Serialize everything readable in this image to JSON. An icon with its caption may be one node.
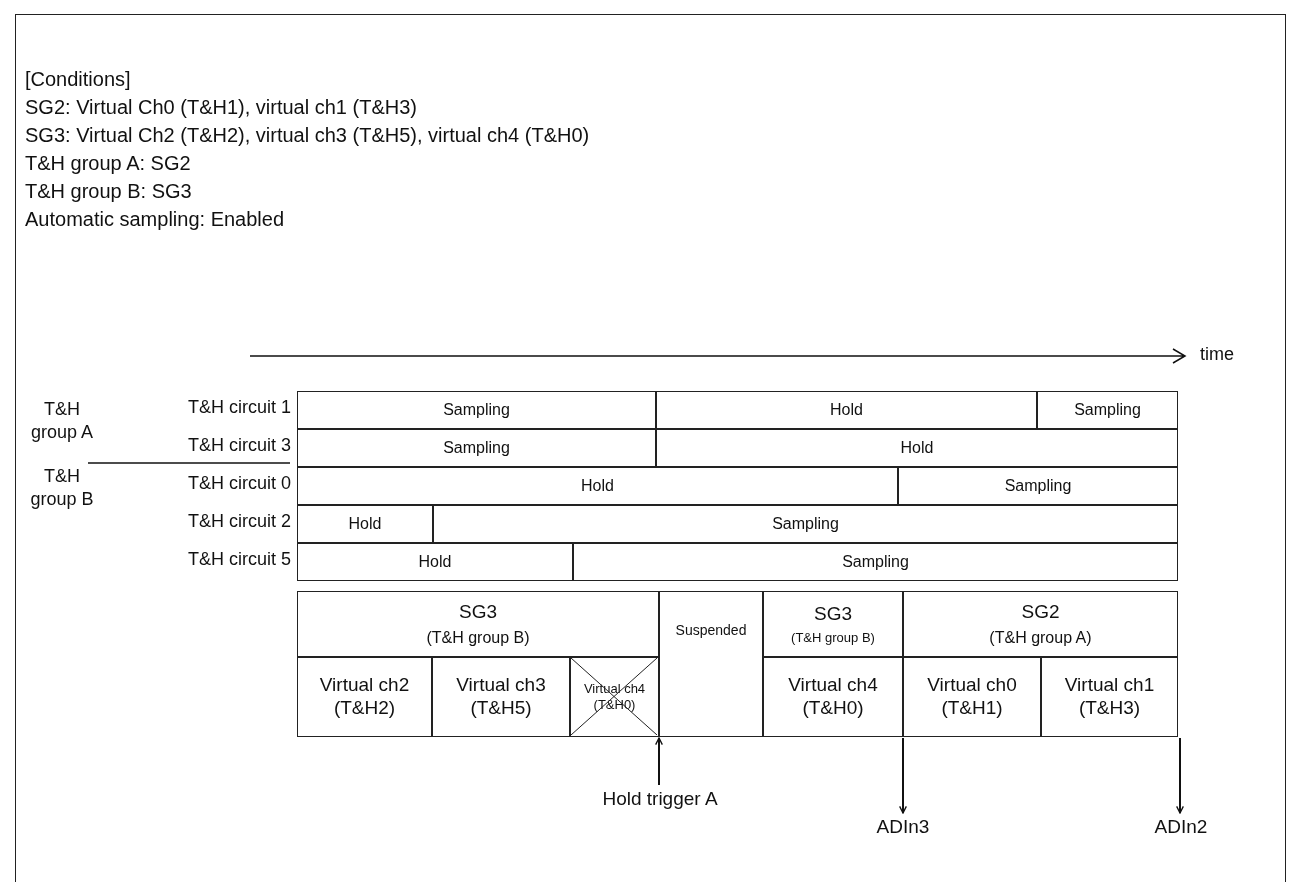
{
  "diagram": {
    "nodes": [
      {
        "text": [
          "Sampling"
        ]
      },
      {
        "text": [
          "Hold"
        ]
      },
      {
        "text": [
          "Sampling"
        ]
      },
      {
        "text": [
          "Sampling"
        ]
      },
      {
        "text": [
          "Hold"
        ]
      },
      {
        "text": [
          "Hold"
        ]
      },
      {
        "text": [
          "Sampling"
        ]
      },
      {
        "text": [
          "Hold"
        ]
      },
      {
        "text": [
          "Sampling"
        ]
      },
      {
        "text": [
          "Hold"
        ]
      },
      {
        "text": [
          "Sampling"
        ]
      },
      {
        "text": [
          "SG3",
          "(T&H group B)"
        ]
      },
      {
        "text": [
          "Suspended"
        ]
      },
      {
        "text": [
          "SG3",
          "(T&H group B)"
        ]
      },
      {
        "text": [
          "SG2",
          "(T&H group A)"
        ]
      },
      {
        "text": [
          "Virtual ch2 (T&H2)"
        ]
      },
      {
        "text": [
          "Virtual ch3 (T&H5)"
        ]
      },
      {
        "text": [
          "Virtual ch4 (T&H0)"
        ]
      },
      {
        "text": [
          "Virtual ch4 (T&H0)"
        ]
      },
      {
        "text": [
          "Virtual ch0 (T&H1)"
        ]
      },
      {
        "text": [
          "Virtual ch1 (T&H3)"
        ]
      },
      {
        "text": [
          "Hold trigger A"
        ]
      },
      {
        "text": [
          "ADIn3"
        ]
      },
      {
        "text": [
          "ADIn2"
        ]
      }
    ],
    "edges": [
      {
        "from": 21,
        "to": 17,
        "arrow": "to"
      },
      {
        "from": 19,
        "to": 22,
        "arrow": "to"
      },
      {
        "from": 20,
        "to": 23,
        "arrow": "to"
      }
    ],
    "labels": [
      "[Conditions]",
      "SG2: Virtual Ch0 (T&H1), virtual ch1 (T&H3)",
      "SG3: Virtual Ch2 (T&H2), virtual ch3 (T&H5), virtual ch4 (T&H0)",
      "T&H group A: SG2",
      "T&H group B: SG3",
      "Automatic sampling: Enabled",
      "time",
      "T&H group A",
      "T&H circuit 1",
      "T&H circuit 3",
      "T&H circuit 0",
      "T&H group B",
      "T&H circuit 2",
      "T&H circuit 5"
    ]
  }
}
